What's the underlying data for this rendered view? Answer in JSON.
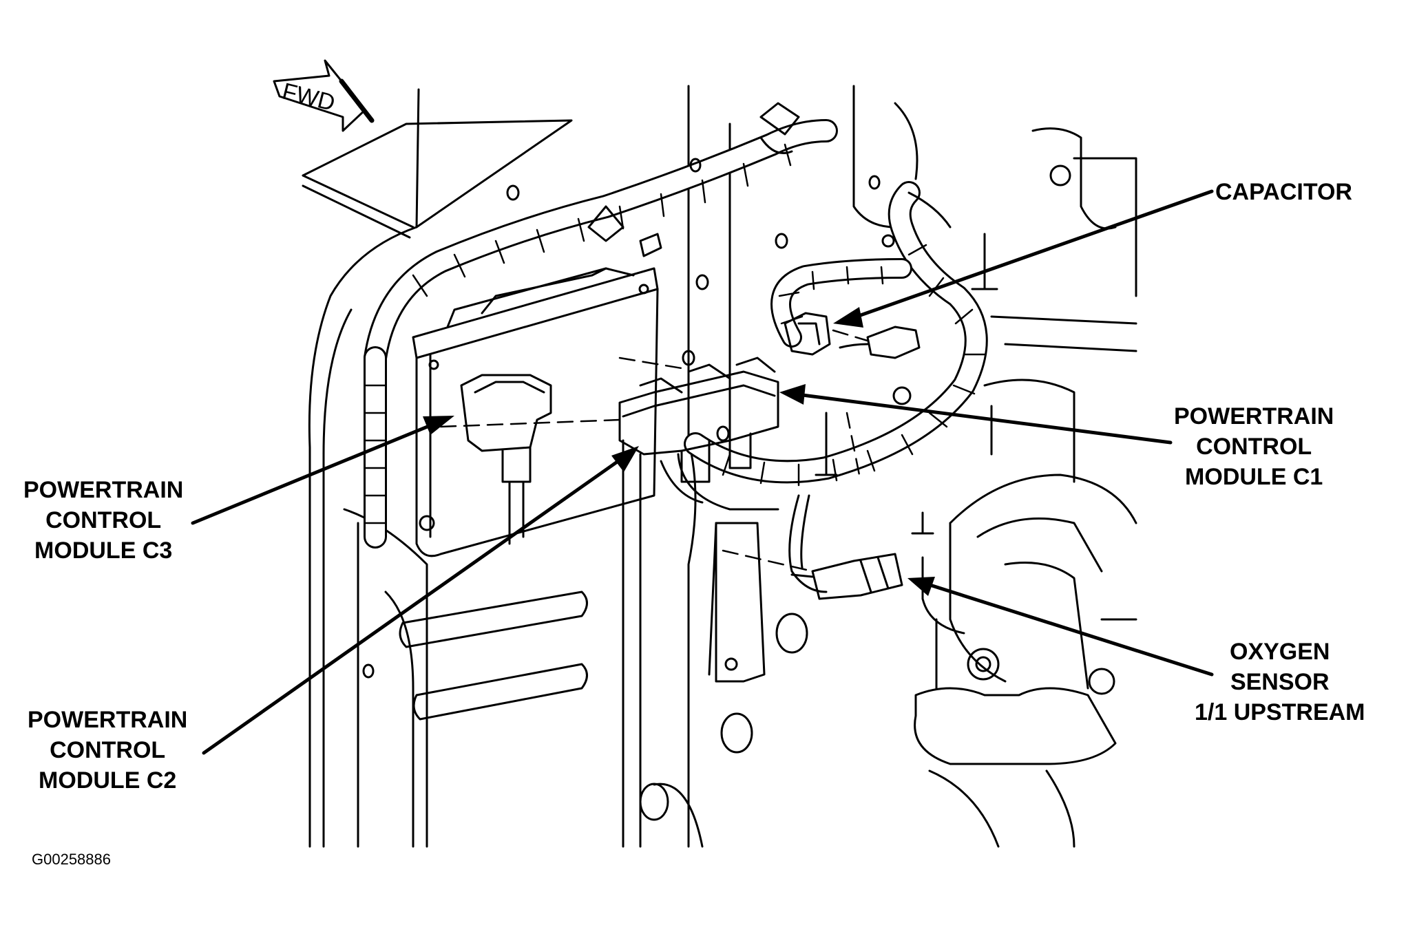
{
  "labels": {
    "capacitor": [
      "CAPACITOR"
    ],
    "pcm_c1": [
      "POWERTRAIN",
      "CONTROL",
      "MODULE C1"
    ],
    "pcm_c3": [
      "POWERTRAIN",
      "CONTROL",
      "MODULE C3"
    ],
    "pcm_c2": [
      "POWERTRAIN",
      "CONTROL",
      "MODULE C2"
    ],
    "oxygen_sensor": [
      "OXYGEN",
      "SENSOR",
      "1/1 UPSTREAM"
    ]
  },
  "direction_marker": "FWD",
  "figure_id": "G00258886",
  "colors": {
    "ink": "#000000",
    "paper": "#ffffff"
  }
}
